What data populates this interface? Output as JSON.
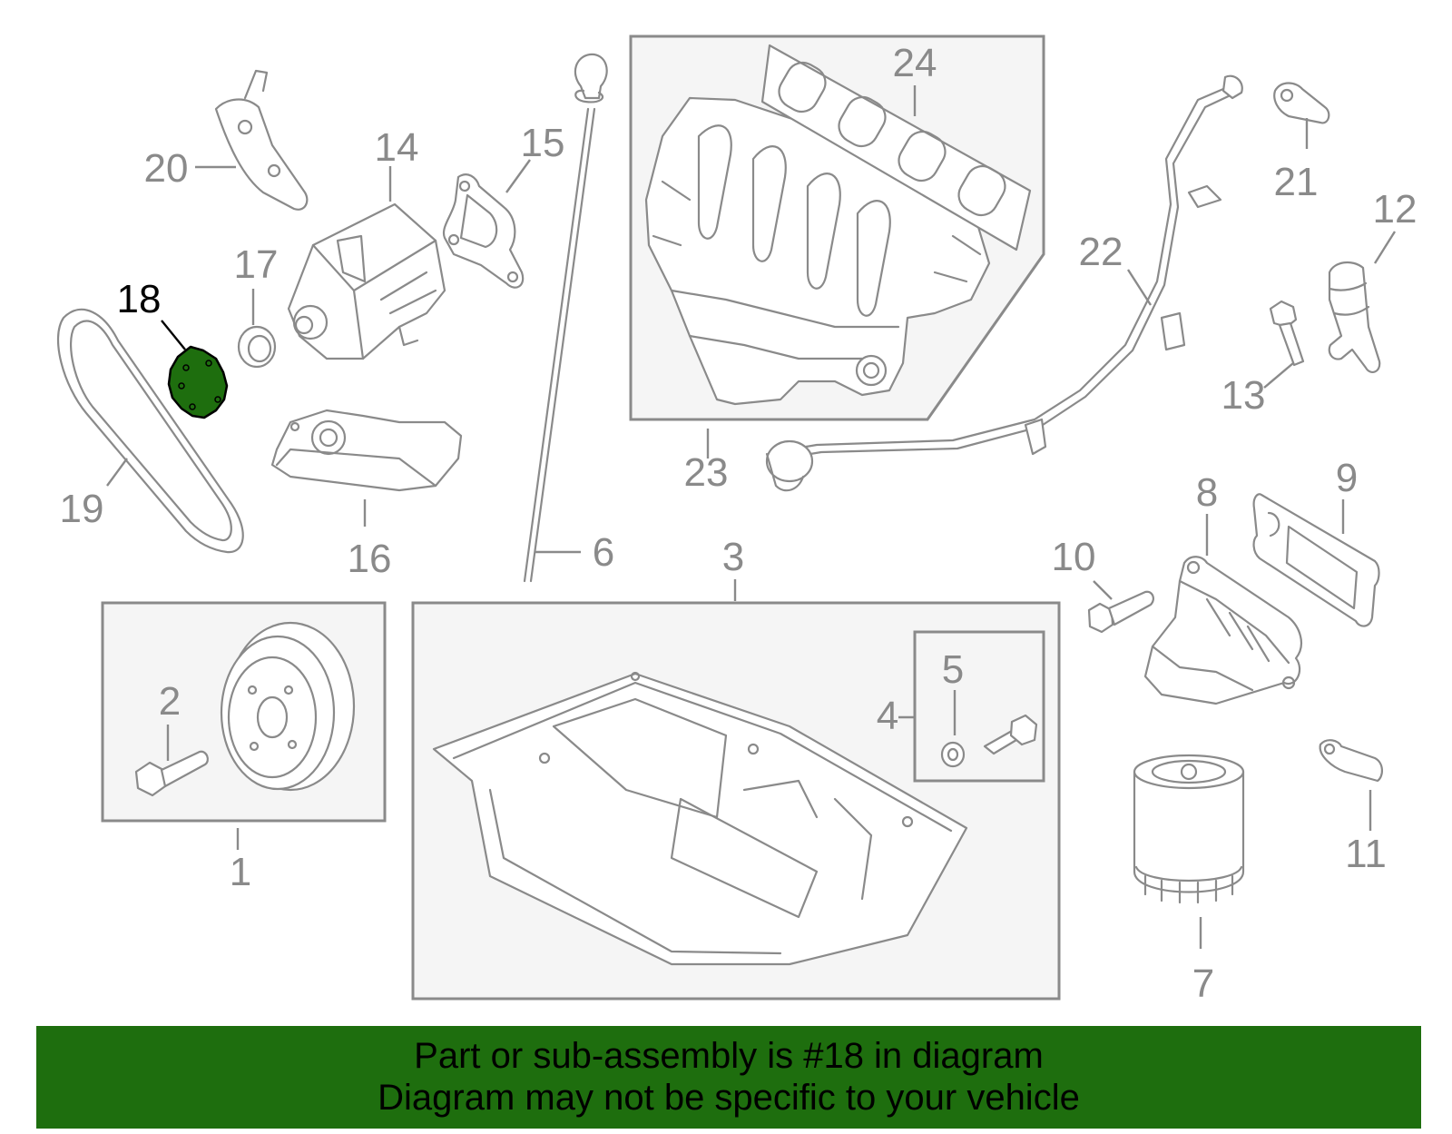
{
  "callouts": {
    "n1": "1",
    "n2": "2",
    "n3": "3",
    "n4": "4",
    "n5": "5",
    "n6": "6",
    "n7": "7",
    "n8": "8",
    "n9": "9",
    "n10": "10",
    "n11": "11",
    "n12": "12",
    "n13": "13",
    "n14": "14",
    "n15": "15",
    "n16": "16",
    "n17": "17",
    "n18": "18",
    "n19": "19",
    "n20": "20",
    "n21": "21",
    "n22": "22",
    "n23": "23",
    "n24": "24"
  },
  "highlight": {
    "part": "18",
    "color": "#1e6e0e"
  },
  "banner": {
    "line1": "Part or sub-assembly is #18 in diagram",
    "line2": "Diagram may not be specific to your vehicle",
    "background": "#1e6e0e"
  }
}
